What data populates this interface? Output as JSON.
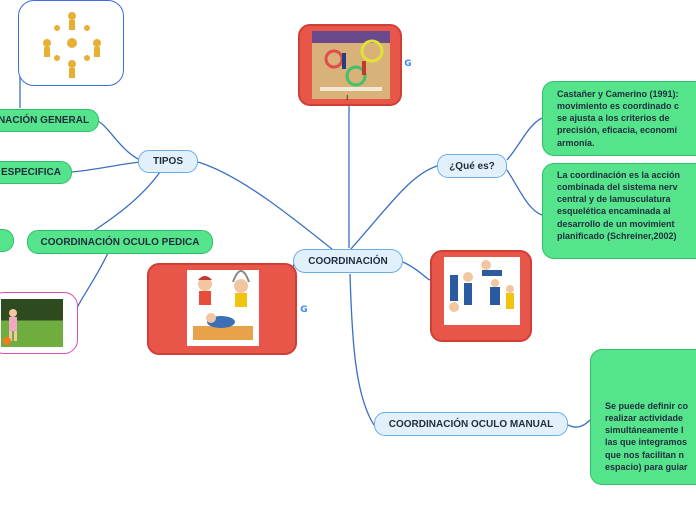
{
  "center": {
    "label": "COORDINACIÓN"
  },
  "nodes": {
    "tipos": "TIPOS",
    "general": "NACIÓN GENERAL",
    "especifica": "ESPECIFICA",
    "oculo_pedica": "COORDINACIÓN OCULO PEDICA",
    "que_es": "¿Qué es?",
    "oculo_manual": "COORDINACIÓN OCULO MANUAL"
  },
  "notes": {
    "castaner": [
      "Castañer y Camerino (1991):",
      "movimiento es coordinado c",
      "se ajusta a los criterios de",
      "precisión, eficacia, economí",
      "armonía."
    ],
    "schreiner": [
      "La coordinación es la acción",
      "combinada del sistema nerv",
      "central y de lamusculatura",
      "esquelética encaminada al",
      "desarrollo de un movimient",
      "planificado (Schreiner,2002)"
    ],
    "definir": [
      "Se puede definir co",
      "realizar actividade",
      "simultáneamente l",
      "las que integramos",
      "que nos facilitan n",
      "espacio) para guiar"
    ]
  },
  "icons": {
    "google": "google-icon"
  },
  "caption_mark": "ı"
}
